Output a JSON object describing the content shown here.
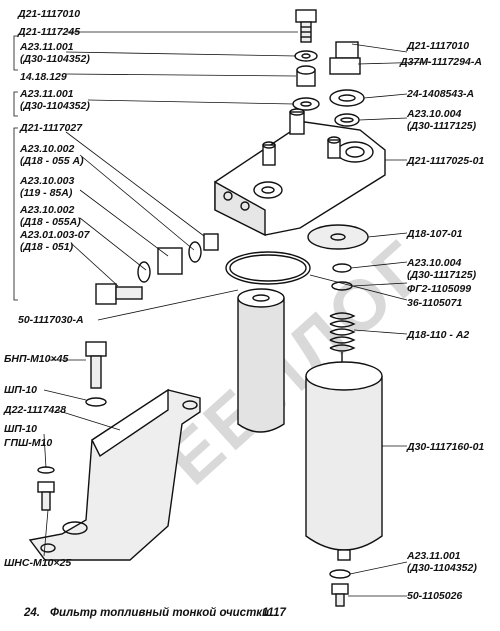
{
  "watermark": "ЕБИЛОГ",
  "caption": {
    "number": "24.",
    "title": "Фильтр топливный тонкой очистки",
    "page": "1117"
  },
  "labels": {
    "l_top": "Д21-1117010",
    "l_1117245": "Д21-1117245",
    "l_a2311001_a": "А23.11.001",
    "l_d30_1104352_a": "(Д30-1104352)",
    "l_1418129": "14.18.129",
    "l_a2311001_b": "А23.11.001",
    "l_d30_1104352_b": "(Д30-1104352)",
    "l_1117027": "Д21-1117027",
    "l_a2310002_a": "А23.10.002",
    "l_d18_055a_a": "(Д18 - 055 А)",
    "l_a2310003": "А23.10.003",
    "l_119_85a": "(119 - 85А)",
    "l_a2310002_b": "А23.10.002",
    "l_d18_055a_b": "(Д18 - 055А)",
    "l_a2301003_07": "А23.01.003-07",
    "l_d18_051": "(Д18 - 051)",
    "l_50_1117030a": "50-1117030-А",
    "l_bnp": "БНП-М10×45",
    "l_shp10_a": "ШП-10",
    "l_1117428": "Д22-1117428",
    "l_shp10_b": "ШП-10",
    "l_gpsh": "ГПШ-М10",
    "l_shns": "ШНС-М10×25",
    "r_1117010": "Д21-1117010",
    "r_d37m": "Д37М-1117294-А",
    "r_24_1408543": "24-1408543-А",
    "r_a2310004_a": "А23.10.004",
    "r_d30_1117125_a": "(Д30-1117125)",
    "r_1117025": "Д21-1117025-01",
    "r_d18_107": "Д18-107-01",
    "r_a2310004_b": "А23.10.004",
    "r_d30_1117125_b": "(Д30-1117125)",
    "r_fg2": "ФГ2-1105099",
    "r_36_1105071": "36-1105071",
    "r_d18_110": "Д18-110 - А2",
    "r_d30_1117160": "Д30-1117160-01",
    "r_a2311001": "А23.11.001",
    "r_d30_1104352": "(Д30-1104352)",
    "r_50_1105026": "50-1105026"
  }
}
